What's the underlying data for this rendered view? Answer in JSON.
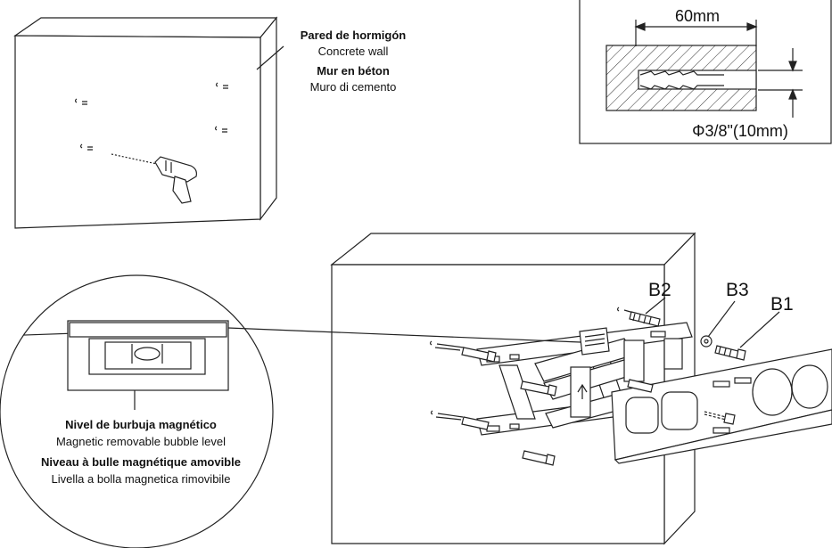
{
  "wall_caption": {
    "line1": "Pared de hormigón",
    "line2": "Concrete wall",
    "line3": "Mur en béton",
    "line4": "Muro di cemento"
  },
  "hole_detail": {
    "depth": "60mm",
    "diameter": "Φ3/8\"(10mm)"
  },
  "labels": {
    "b1": "B1",
    "b2": "B2",
    "b3": "B3"
  },
  "level_caption": {
    "line1": "Nivel de burbuja magnético",
    "line2": "Magnetic removable bubble level",
    "line3": "Niveau à bulle magnétique amovible",
    "line4": "Livella a bolla magnetica rimovibile"
  }
}
